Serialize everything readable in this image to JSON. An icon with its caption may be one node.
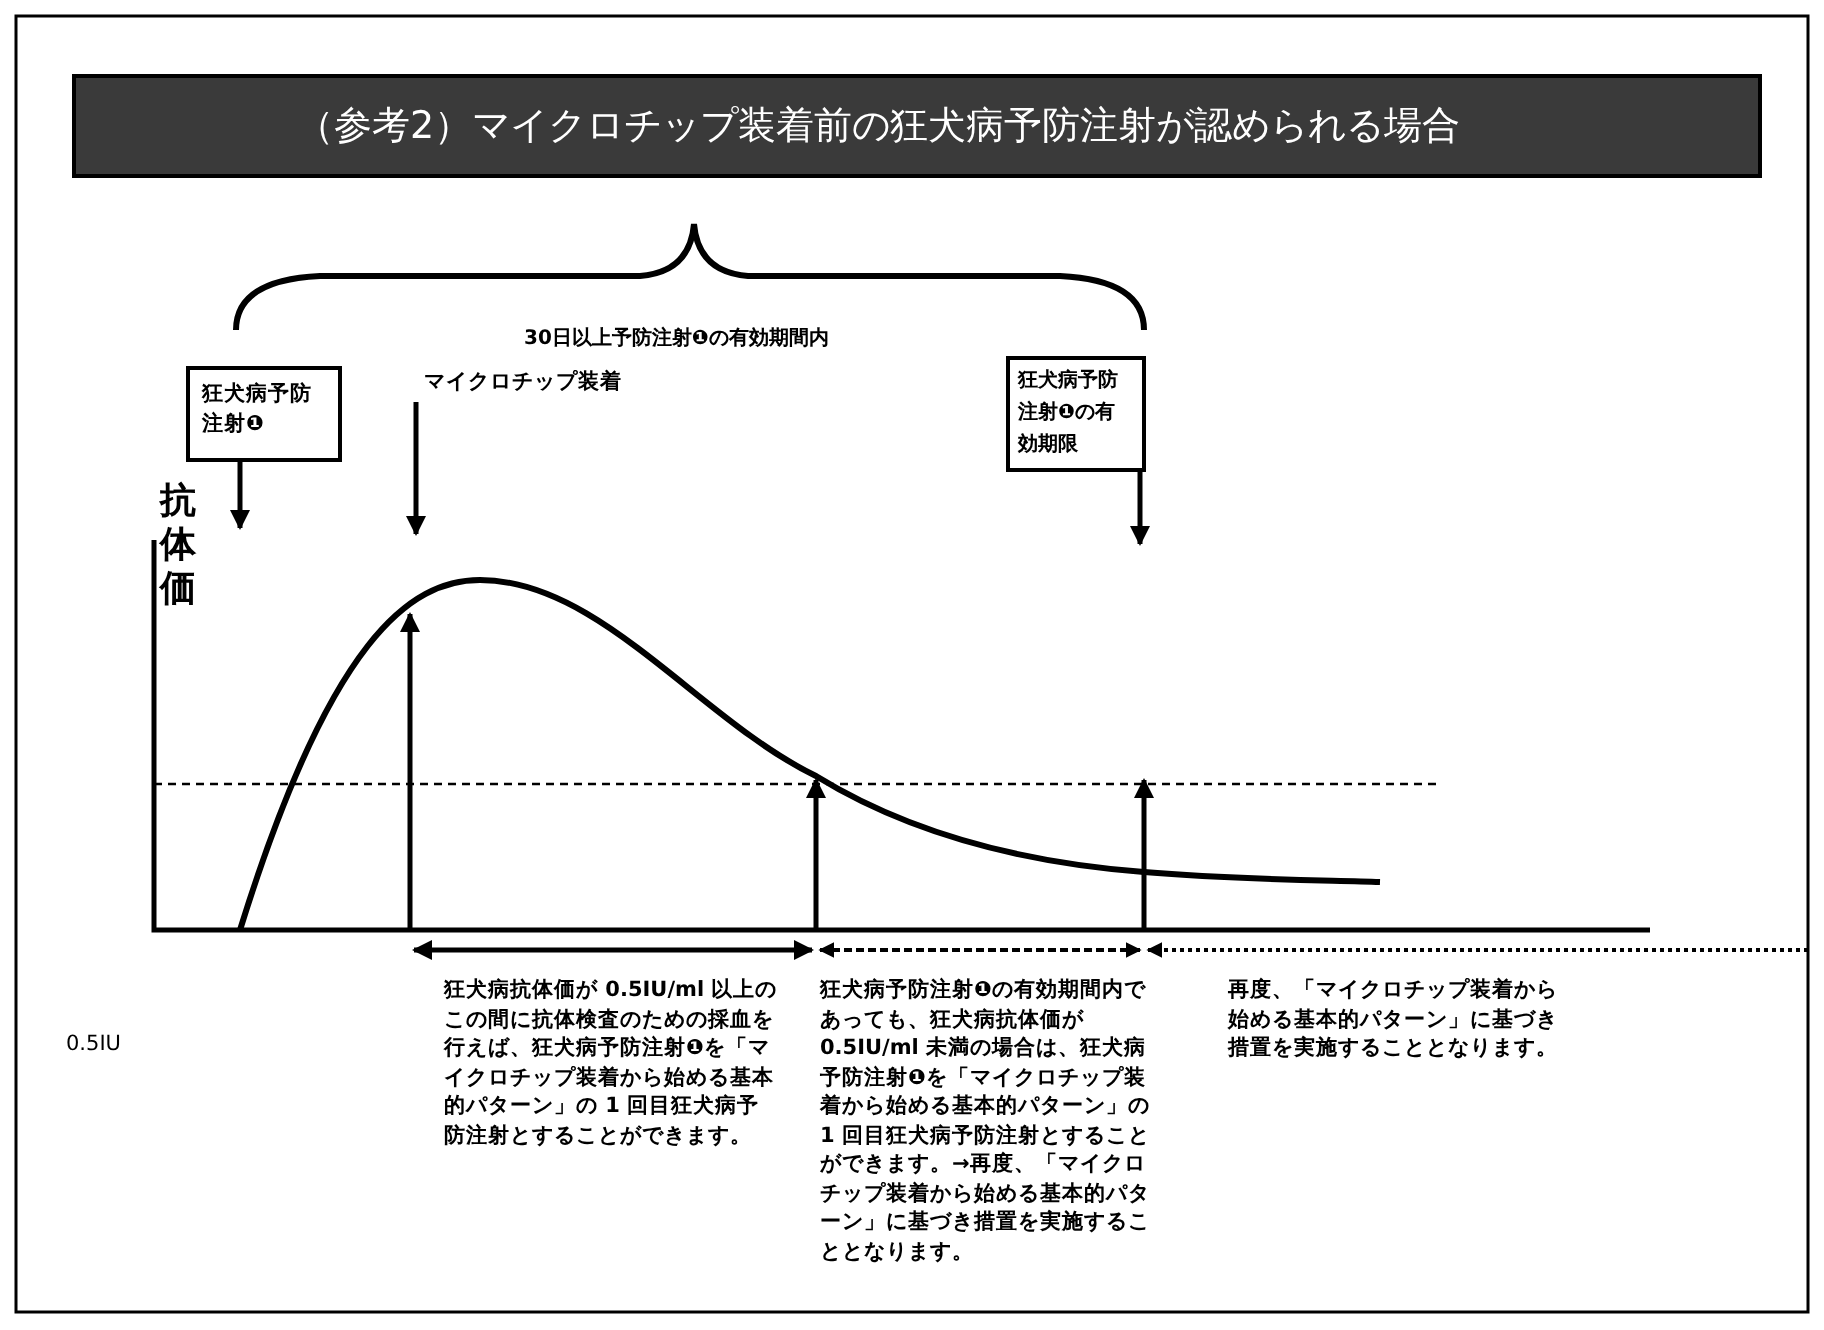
{
  "diagram": {
    "title": "（参考2）マイクロチップ装着前の狂犬病予防注射が認められる場合",
    "nodes": [
      {
        "text": [
          "狂犬病予防注射❶"
        ]
      },
      {
        "text": [
          "マイクロチップ装着"
        ]
      },
      {
        "text": [
          "狂犬病予防注射❶の有効期限"
        ]
      }
    ],
    "edges": [
      {
        "from": 0,
        "to": null,
        "arrow": "to"
      },
      {
        "from": 1,
        "to": null,
        "arrow": "to"
      },
      {
        "from": 2,
        "to": null,
        "arrow": "to"
      }
    ],
    "labels": [
      "30日以上予防注射❶の有効期間内",
      "抗体価",
      "狂犬病抗体価が 0.5IU/ml 以上のこの間に抗体検査のための採血を行えば、狂犬病予防注射❶を「マイクロチップ装着から始める基本的パターン」の 1 回目狂犬病予防注射とすることができます。",
      "狂犬病予防注射❶の有効期間内であっても、狂犬病抗体価が 0.5IU/ml 未満の場合は、狂犬病予防注射❶を「マイクロチップ装着から始める基本的パターン」の 1 回目狂犬病予防注射とすることができます。→再度、「マイクロチップ装着から始める基本的パターン」に基づき措置を実施することとなります。",
      "再度、「マイクロチップ装着から始める基本的パターン」に基づき措置を実施することとなります。",
      "0.5IU"
    ]
  }
}
